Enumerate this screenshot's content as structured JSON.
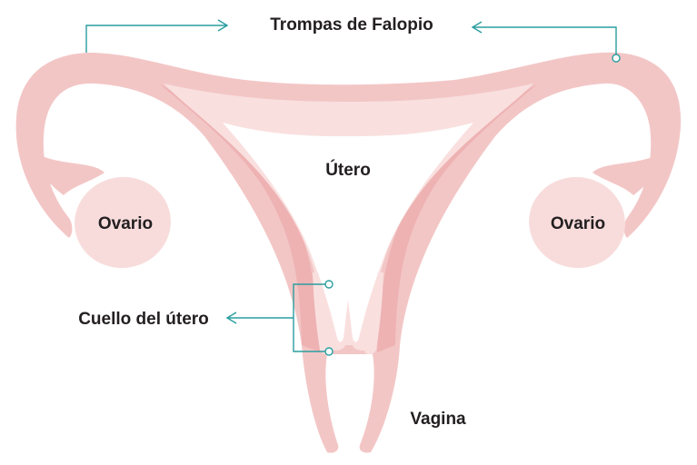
{
  "labels": {
    "fallopian_tubes": "Trompas de Falopio",
    "uterus": "Útero",
    "ovary_left": "Ovario",
    "ovary_right": "Ovario",
    "cervix": "Cuello del útero",
    "vagina": "Vagina"
  },
  "colors": {
    "tissue": "#f3c6c6",
    "tissue_dark": "#eeb2b3",
    "tissue_light": "#f9e0df",
    "cavity": "#ffffff",
    "ovary": "#f8dcdc",
    "pointer": "#2a9d9f",
    "text": "#231f20"
  }
}
